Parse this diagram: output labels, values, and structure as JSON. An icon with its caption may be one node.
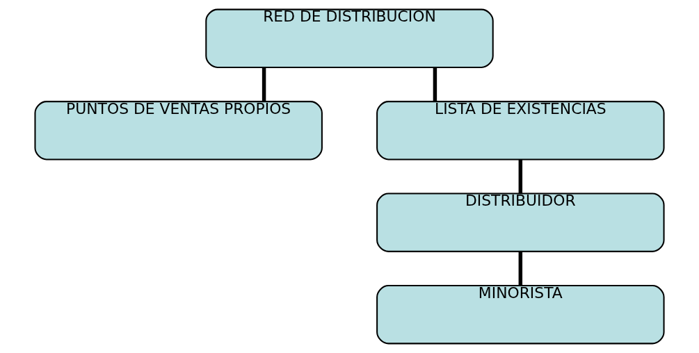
{
  "diagram": {
    "nodes": [
      {
        "text": [
          "RED DE DISTRIBUCION"
        ]
      },
      {
        "text": [
          "PUNTOS DE VENTAS PROPIOS"
        ]
      },
      {
        "text": [
          "LISTA DE EXISTENCIAS"
        ]
      },
      {
        "text": [
          "DISTRIBUIDOR"
        ]
      },
      {
        "text": [
          "MINORISTA"
        ]
      }
    ],
    "edges": [
      {
        "from": 0,
        "to": 1,
        "arrow": "none"
      },
      {
        "from": 0,
        "to": 2,
        "arrow": "none"
      },
      {
        "from": 2,
        "to": 3,
        "arrow": "none"
      },
      {
        "from": 3,
        "to": 4,
        "arrow": "none"
      }
    ]
  }
}
